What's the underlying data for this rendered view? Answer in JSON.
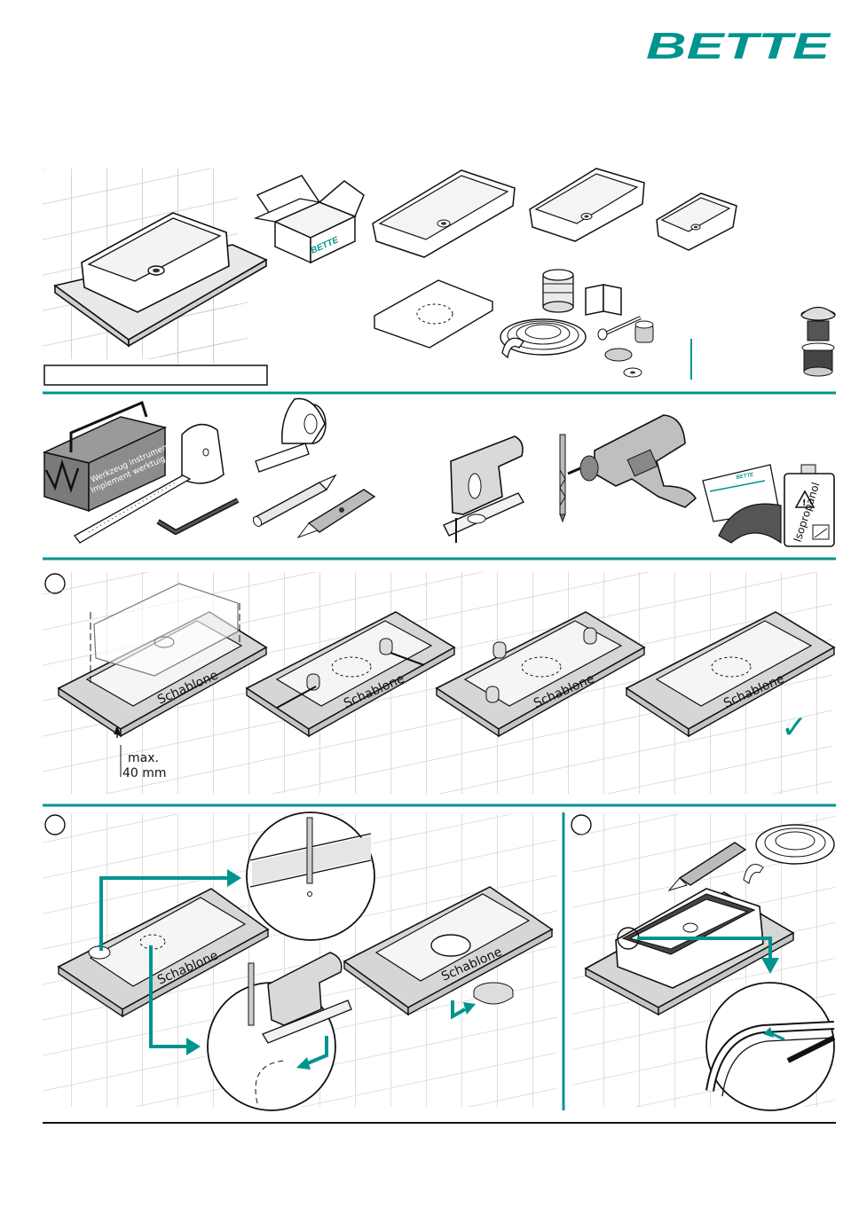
{
  "brand": {
    "logo_text": "BETTE",
    "box_logo_text": "BETTE",
    "kit_logo_text": "BETTE"
  },
  "colors": {
    "accent": "#00948f",
    "ink": "#1a1a1a",
    "grid": "#bdbdbd",
    "surface": "#d6d6d6"
  },
  "tools": {
    "toolbox_text_1": "Werkzeug instrument",
    "toolbox_text_2": "Implement werktuig",
    "isopropanol_label": "Isopropanol"
  },
  "step1": {
    "template_labels": [
      "Schablone",
      "Schablone",
      "Schablone",
      "Schablone"
    ],
    "max_label": "max.",
    "thickness_label": "40 mm",
    "done_mark": "✓"
  },
  "step2": {
    "template_labels": [
      "Schablone",
      "Schablone"
    ]
  },
  "icons": [
    "book-icon",
    "warning-icon",
    "checkmark-icon",
    "arrow-icon",
    "step-marker-icon"
  ]
}
